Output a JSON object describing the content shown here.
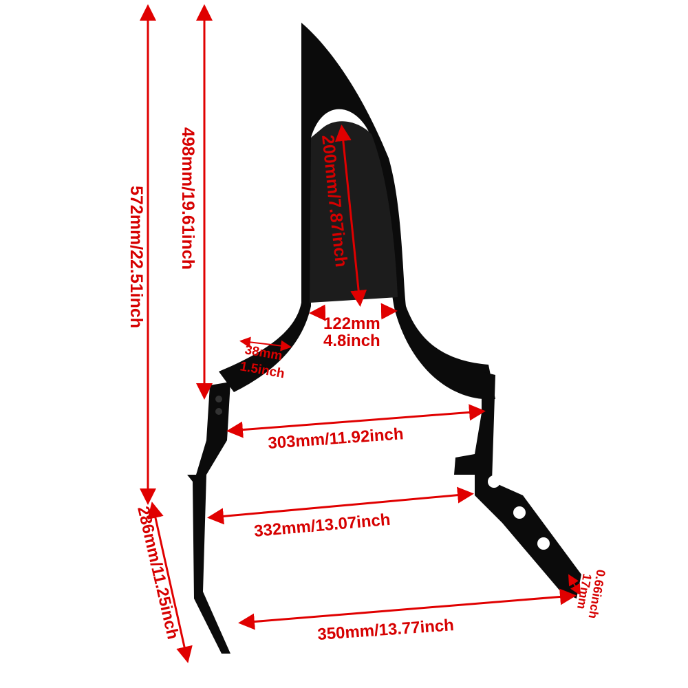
{
  "colors": {
    "annotation": "#e00000",
    "product": "#0a0a0a",
    "background": "#ffffff"
  },
  "dimensions": {
    "total_height": "572mm/22.51inch",
    "upright_height": "498mm/19.61inch",
    "pad_height": "200mm/7.87inch",
    "pad_width_mm": "122mm",
    "pad_width_in": "4.8inch",
    "tube_diameter_mm": "38mm",
    "tube_diameter_in": "1.5inch",
    "upper_width": "303mm/11.92inch",
    "middle_width": "332mm/13.07inch",
    "plate_height": "286mm/11.25inch",
    "bottom_width": "350mm/13.77inch",
    "slot_width_mm": "17mm",
    "slot_width_in": "0.66inch"
  }
}
